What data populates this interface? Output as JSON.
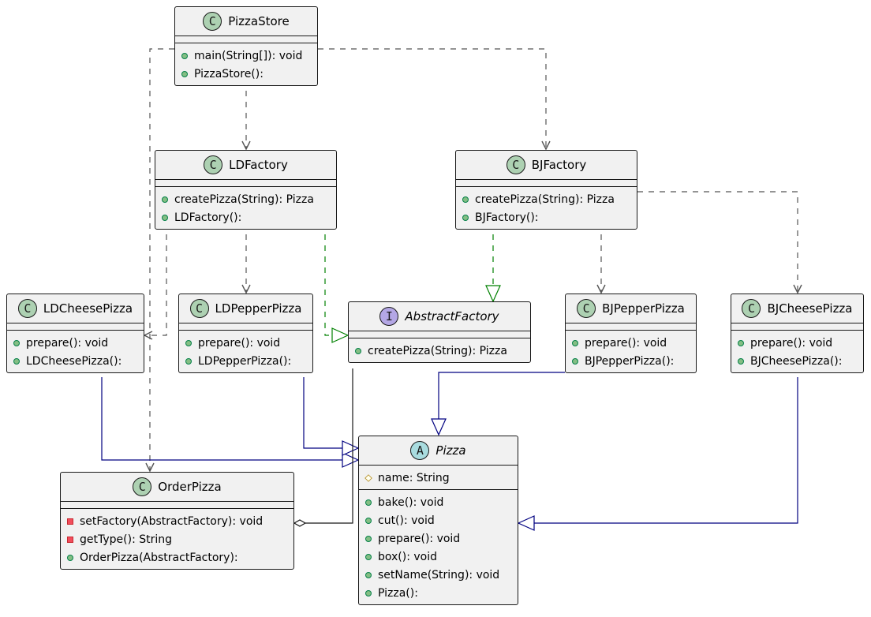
{
  "diagram": {
    "classes": [
      {
        "id": "PizzaStore",
        "stereotype": "C",
        "name": "PizzaStore",
        "abstract": false,
        "fields": [],
        "methods": [
          {
            "vis": "public",
            "text": "main(String[]): void"
          },
          {
            "vis": "public",
            "text": "PizzaStore():"
          }
        ]
      },
      {
        "id": "LDFactory",
        "stereotype": "C",
        "name": "LDFactory",
        "abstract": false,
        "fields": [],
        "methods": [
          {
            "vis": "public",
            "text": "createPizza(String): Pizza"
          },
          {
            "vis": "public",
            "text": "LDFactory():"
          }
        ]
      },
      {
        "id": "BJFactory",
        "stereotype": "C",
        "name": "BJFactory",
        "abstract": false,
        "fields": [],
        "methods": [
          {
            "vis": "public",
            "text": "createPizza(String): Pizza"
          },
          {
            "vis": "public",
            "text": "BJFactory():"
          }
        ]
      },
      {
        "id": "LDCheesePizza",
        "stereotype": "C",
        "name": "LDCheesePizza",
        "abstract": false,
        "fields": [],
        "methods": [
          {
            "vis": "public",
            "text": "prepare(): void"
          },
          {
            "vis": "public",
            "text": "LDCheesePizza():"
          }
        ]
      },
      {
        "id": "LDPepperPizza",
        "stereotype": "C",
        "name": "LDPepperPizza",
        "abstract": false,
        "fields": [],
        "methods": [
          {
            "vis": "public",
            "text": "prepare(): void"
          },
          {
            "vis": "public",
            "text": "LDPepperPizza():"
          }
        ]
      },
      {
        "id": "AbstractFactory",
        "stereotype": "I",
        "name": "AbstractFactory",
        "abstract": true,
        "fields": [],
        "methods": [
          {
            "vis": "public",
            "text": "createPizza(String): Pizza"
          }
        ]
      },
      {
        "id": "BJPepperPizza",
        "stereotype": "C",
        "name": "BJPepperPizza",
        "abstract": false,
        "fields": [],
        "methods": [
          {
            "vis": "public",
            "text": "prepare(): void"
          },
          {
            "vis": "public",
            "text": "BJPepperPizza():"
          }
        ]
      },
      {
        "id": "BJCheesePizza",
        "stereotype": "C",
        "name": "BJCheesePizza",
        "abstract": false,
        "fields": [],
        "methods": [
          {
            "vis": "public",
            "text": "prepare(): void"
          },
          {
            "vis": "public",
            "text": "BJCheesePizza():"
          }
        ]
      },
      {
        "id": "OrderPizza",
        "stereotype": "C",
        "name": "OrderPizza",
        "abstract": false,
        "fields": [],
        "methods": [
          {
            "vis": "private",
            "text": "setFactory(AbstractFactory): void"
          },
          {
            "vis": "private",
            "text": "getType(): String"
          },
          {
            "vis": "public",
            "text": "OrderPizza(AbstractFactory):"
          }
        ]
      },
      {
        "id": "Pizza",
        "stereotype": "A",
        "name": "Pizza",
        "abstract": true,
        "fields": [
          {
            "vis": "protected",
            "text": "name: String"
          }
        ],
        "methods": [
          {
            "vis": "public",
            "text": "bake(): void"
          },
          {
            "vis": "public",
            "text": "cut(): void"
          },
          {
            "vis": "public",
            "text": "prepare(): void"
          },
          {
            "vis": "public",
            "text": "box(): void"
          },
          {
            "vis": "public",
            "text": "setName(String): void"
          },
          {
            "vis": "public",
            "text": "Pizza():"
          }
        ]
      }
    ],
    "relations": [
      {
        "from": "PizzaStore",
        "to": "LDFactory",
        "kind": "dependency"
      },
      {
        "from": "PizzaStore",
        "to": "BJFactory",
        "kind": "dependency"
      },
      {
        "from": "PizzaStore",
        "to": "OrderPizza",
        "kind": "dependency"
      },
      {
        "from": "LDFactory",
        "to": "LDCheesePizza",
        "kind": "dependency"
      },
      {
        "from": "LDFactory",
        "to": "LDPepperPizza",
        "kind": "dependency"
      },
      {
        "from": "LDFactory",
        "to": "AbstractFactory",
        "kind": "realization"
      },
      {
        "from": "BJFactory",
        "to": "AbstractFactory",
        "kind": "realization"
      },
      {
        "from": "BJFactory",
        "to": "BJPepperPizza",
        "kind": "dependency"
      },
      {
        "from": "BJFactory",
        "to": "BJCheesePizza",
        "kind": "dependency"
      },
      {
        "from": "LDCheesePizza",
        "to": "Pizza",
        "kind": "inheritance"
      },
      {
        "from": "LDPepperPizza",
        "to": "Pizza",
        "kind": "inheritance"
      },
      {
        "from": "BJPepperPizza",
        "to": "Pizza",
        "kind": "inheritance"
      },
      {
        "from": "BJCheesePizza",
        "to": "Pizza",
        "kind": "inheritance"
      },
      {
        "from": "AbstractFactory",
        "to": "OrderPizza",
        "kind": "aggregation"
      }
    ],
    "colors": {
      "dependency": "#555555",
      "realization": "#008000",
      "inheritance": "#000080",
      "aggregation": "#181818",
      "class_fill": "#f1f1f1",
      "badge_class": "#add1b2",
      "badge_interface": "#b4a7e5",
      "badge_abstract": "#a9dcdf"
    }
  }
}
